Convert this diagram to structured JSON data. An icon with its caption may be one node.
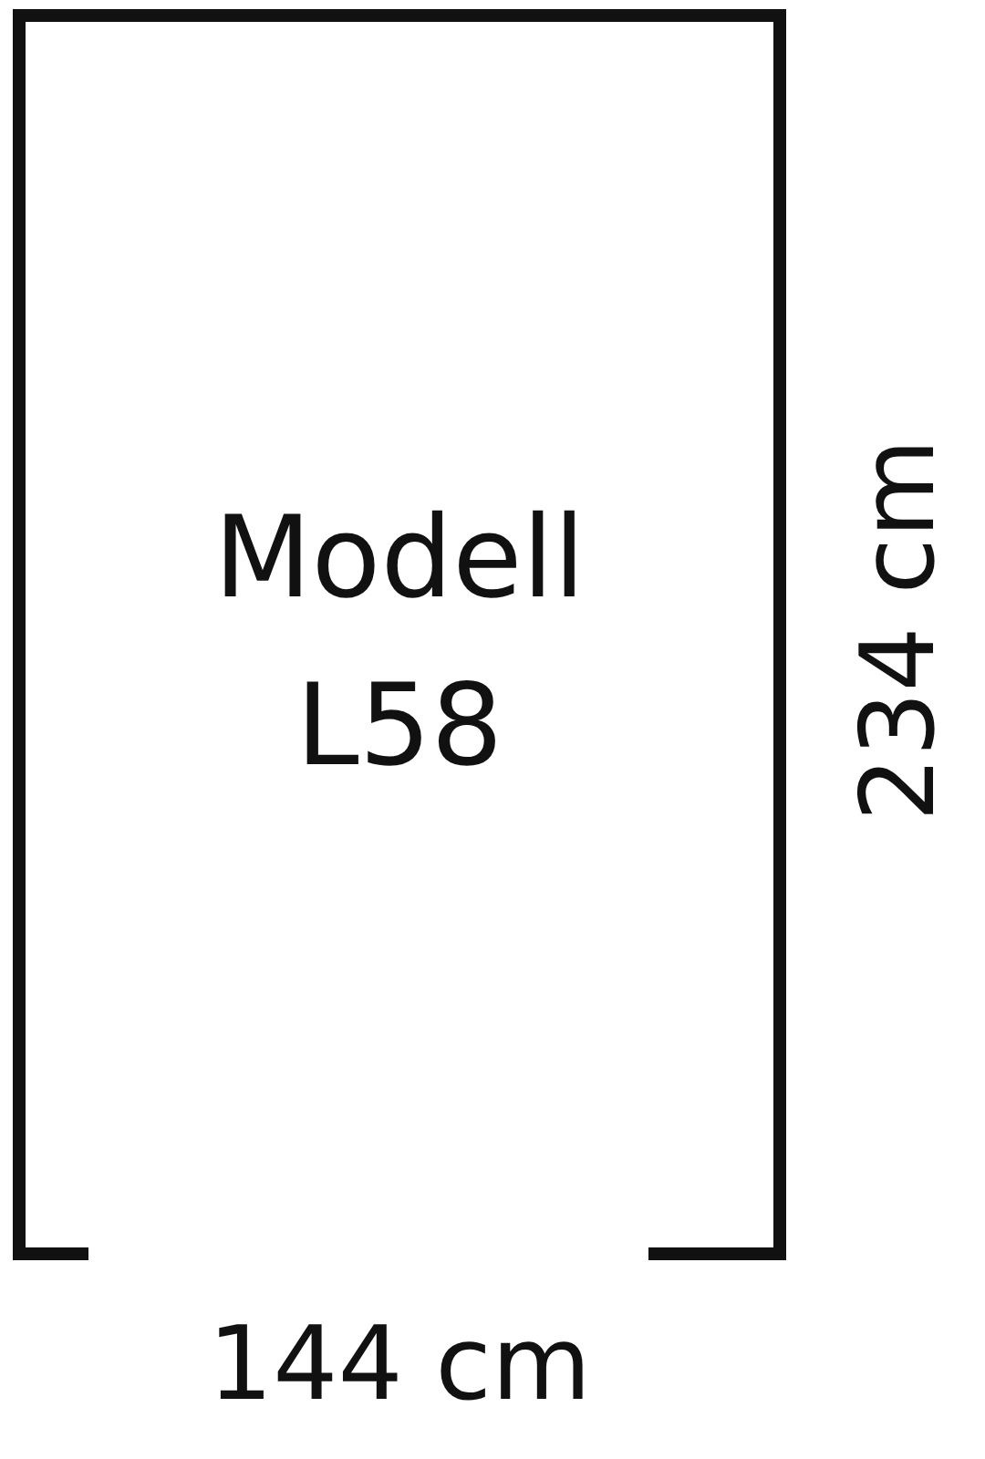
{
  "diagram": {
    "nodes": [
      {
        "text": [
          "Modell L58"
        ]
      }
    ],
    "labels": [
      "234 cm",
      "144 cm"
    ]
  }
}
